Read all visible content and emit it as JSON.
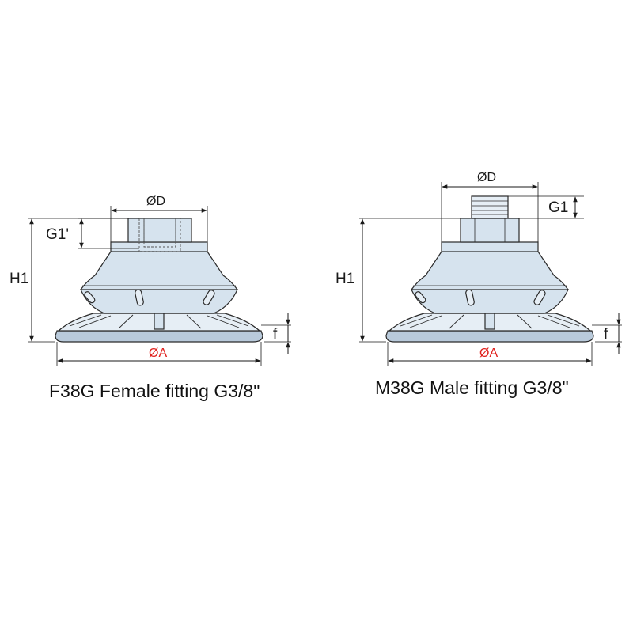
{
  "left_cup": {
    "caption": "F38G Female fitting G3/8\"",
    "label_diameter_d": "ØD",
    "label_g1": "G1'",
    "label_h1": "H1",
    "label_f": "f",
    "label_diameter_a": "ØA"
  },
  "right_cup": {
    "caption": "M38G Male fitting G3/8\"",
    "label_diameter_d": "ØD",
    "label_g1": "G1",
    "label_h1": "H1",
    "label_f": "f",
    "label_diameter_a": "ØA"
  },
  "colors": {
    "body": "#d6e3ee",
    "outline": "#2a2a2a",
    "dimension_a": "#e0201c"
  }
}
